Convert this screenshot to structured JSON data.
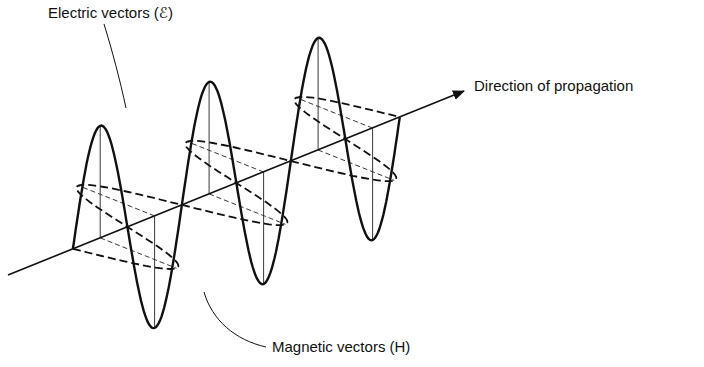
{
  "diagram": {
    "labels": [
      "Electric vectors (ℰ)",
      "Direction of propagation",
      "Magnetic vectors (H)"
    ]
  }
}
